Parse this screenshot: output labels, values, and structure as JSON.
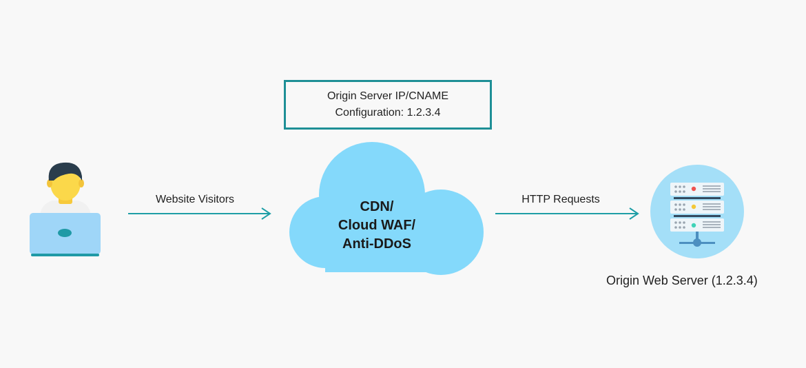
{
  "config_box": {
    "line1": "Origin Server IP/CNAME",
    "line2": "Configuration: 1.2.3.4"
  },
  "cloud": {
    "line1": "CDN/",
    "line2": "Cloud WAF/",
    "line3": "Anti-DDoS"
  },
  "edges": {
    "visitors_label": "Website Visitors",
    "requests_label": "HTTP Requests"
  },
  "server": {
    "label": "Origin Web Server (1.2.3.4)"
  },
  "colors": {
    "accent": "#1e9ea6",
    "cloud": "#84d9fb",
    "background": "#f8f8f8"
  }
}
